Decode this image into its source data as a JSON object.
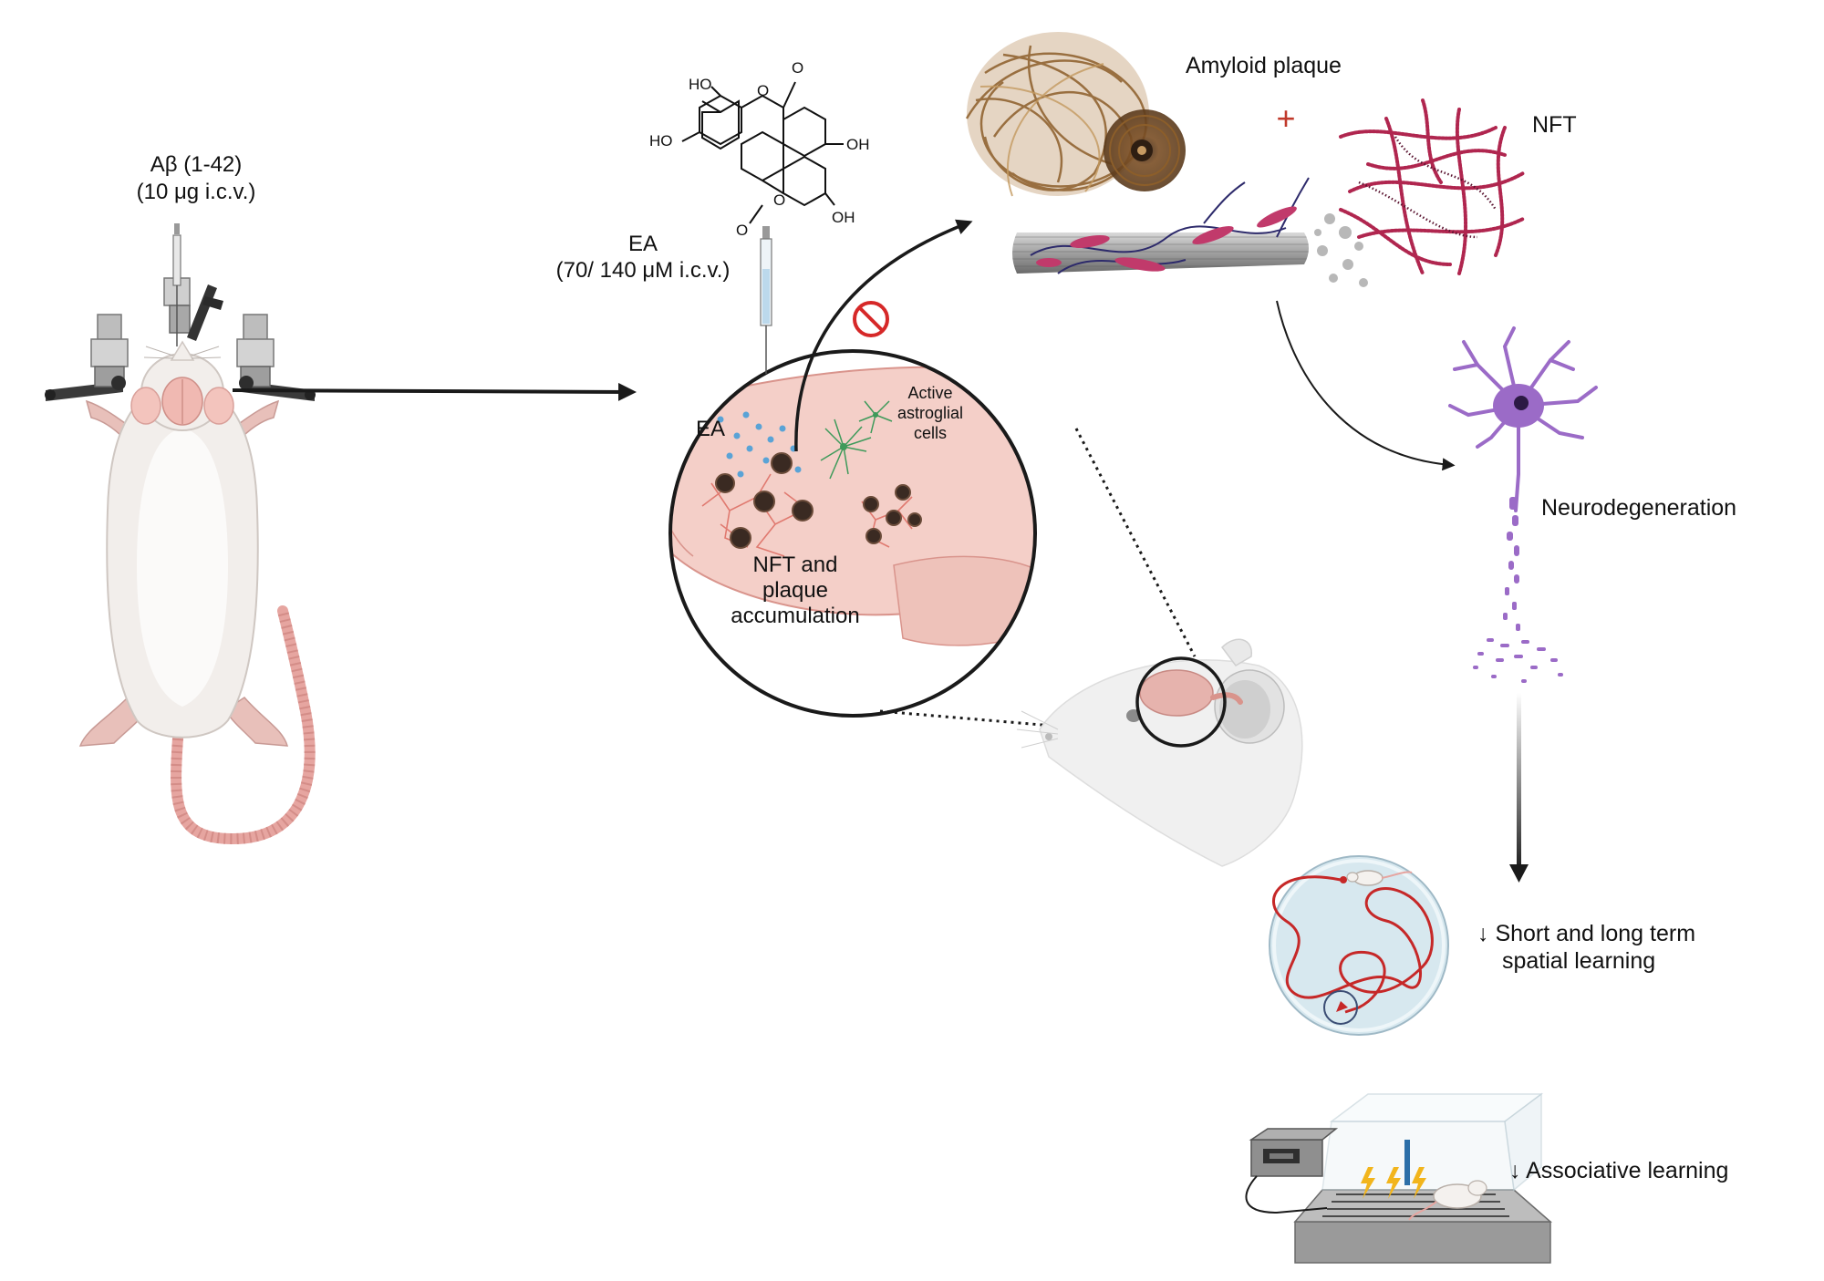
{
  "labels": {
    "abeta_line1": "Aβ (1-42)",
    "abeta_line2": "(10 μg i.c.v.)",
    "ea_line1": "EA",
    "ea_line2": "(70/ 140 μM i.c.v.)",
    "ea_inner": "EA",
    "astro_line1": "Active",
    "astro_line2": "astroglial",
    "astro_line3": "cells",
    "accum_line1": "NFT and",
    "accum_line2": "plaque",
    "accum_line3": "accumulation",
    "amyloid": "Amyloid plaque",
    "plus": "+",
    "nft": "NFT",
    "neuro": "Neurodegeneration",
    "spatial_line1": "↓ Short and long term",
    "spatial_line2": "spatial learning",
    "assoc": "↓ Associative learning"
  },
  "chem_labels": {
    "ho_top": "HO",
    "ho_left": "HO",
    "oh_right": "OH",
    "oh_bottom": "OH",
    "o_ring_top": "O",
    "o_carbonyl_top": "O",
    "o_ring_bottom": "O",
    "o_carbonyl_bottom": "O"
  },
  "colors": {
    "inhibit": "#d62828",
    "plus": "#c0392b",
    "plaque": "#a87a3e",
    "nft": "#b0264f",
    "neuron": "#9b6bc7",
    "astro": "#3e9a5a",
    "brain": "#f3c9c3",
    "rat_body": "#f2eeeb",
    "pool": "#d7e8ef",
    "path": "#c62828",
    "bolt": "#f2b51c",
    "probe": "#2c6fa8"
  },
  "icons": [
    "rat-icon",
    "syringe-icon",
    "stereotaxic-frame-icon",
    "ellagic-acid-molecule-icon",
    "brain-section-icon",
    "astrocyte-icon",
    "inhibit-icon",
    "amyloid-plaque-icon",
    "nft-icon",
    "microtubule-icon",
    "neuron-icon",
    "water-maze-icon",
    "shock-box-icon",
    "rat-head-icon"
  ]
}
